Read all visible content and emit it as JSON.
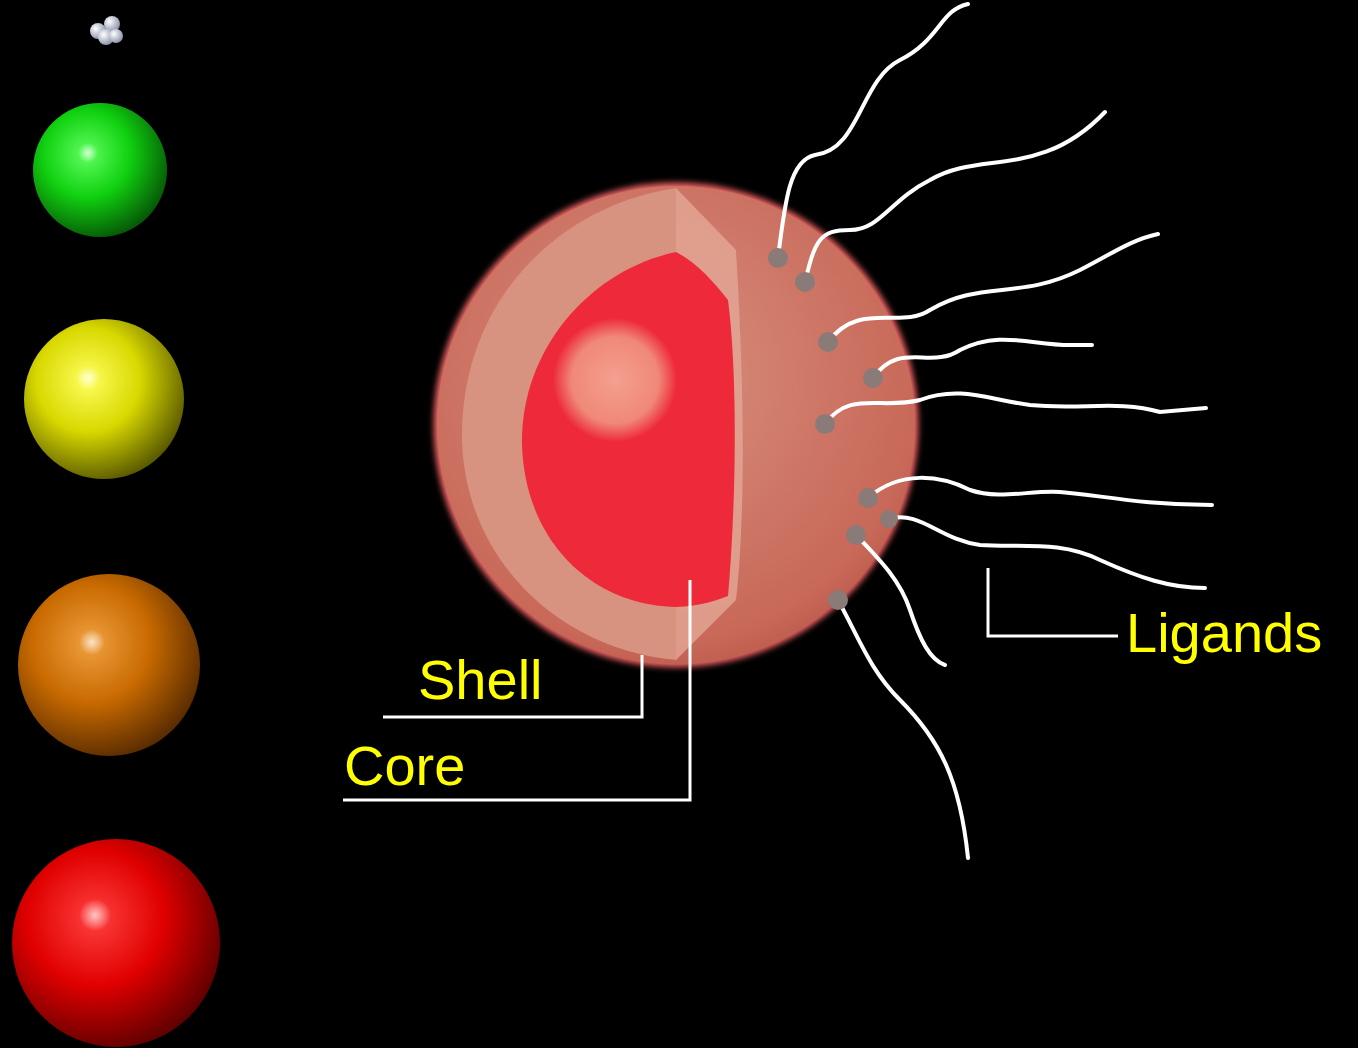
{
  "diagram": {
    "labels": [
      "Shell",
      "Core",
      "Ligands"
    ]
  }
}
